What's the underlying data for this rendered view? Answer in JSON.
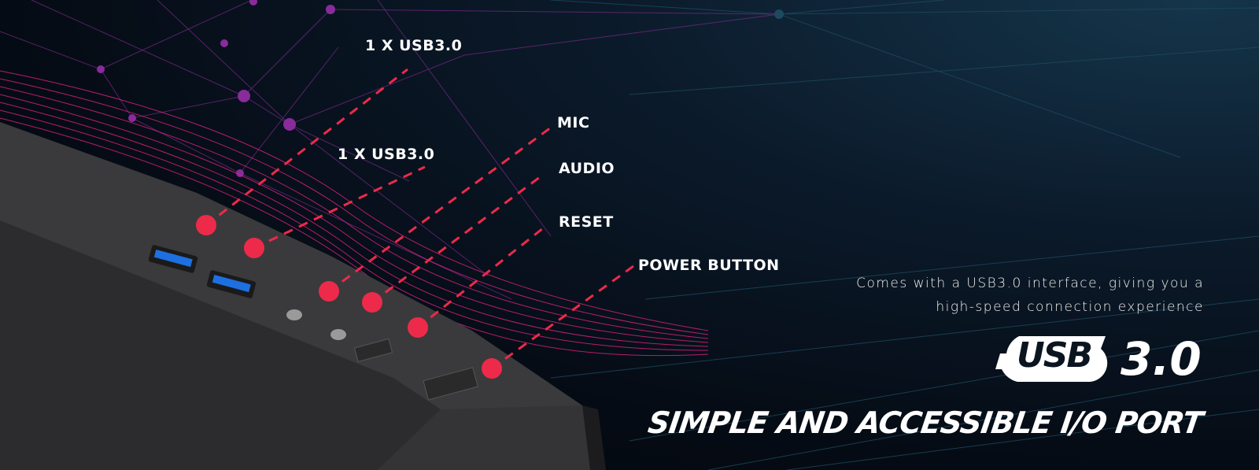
{
  "callouts": [
    {
      "label": "1 X USB3.0"
    },
    {
      "label": "MIC"
    },
    {
      "label": "1 X USB3.0"
    },
    {
      "label": "AUDIO"
    },
    {
      "label": "RESET"
    },
    {
      "label": "POWER BUTTON"
    }
  ],
  "description": {
    "line1": "Comes with a USB3.0 interface, giving you a",
    "line2": "high-speed connection experience"
  },
  "badge": {
    "logo": "USB",
    "version": "3.0"
  },
  "tagline": "SIMPLE AND ACCESSIBLE I/O PORT",
  "colors": {
    "accent": "#ee2a4a",
    "mesh": "#d6207f",
    "usb_port": "#1e6fe0"
  }
}
